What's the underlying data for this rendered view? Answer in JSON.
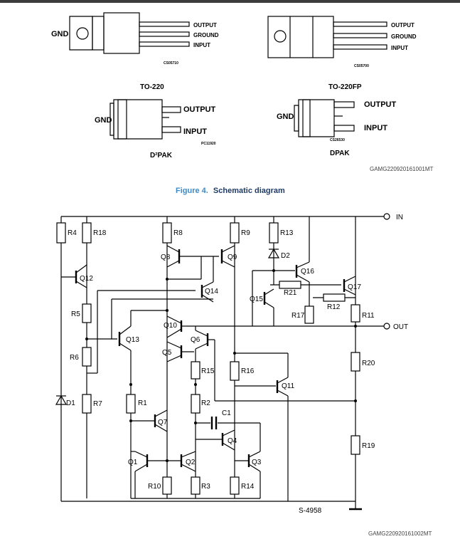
{
  "packages": {
    "to220": {
      "gnd": "GND",
      "output": "OUTPUT",
      "ground": "GROUND",
      "input": "INPUT",
      "code": "CS05710",
      "name": "TO-220"
    },
    "to220fp": {
      "output": "OUTPUT",
      "ground": "GROUND",
      "input": "INPUT",
      "code": "CS05700",
      "name": "TO-220FP"
    },
    "d2pak": {
      "gnd": "GND",
      "output": "OUTPUT",
      "input": "INPUT",
      "code": "PC11920",
      "name": "D²PAK"
    },
    "dpak": {
      "gnd": "GND",
      "output": "OUTPUT",
      "input": "INPUT",
      "code": "CS26530",
      "name": "DPAK"
    }
  },
  "ref_top": "GAMG220920161001MT",
  "figure": {
    "number": "Figure 4.",
    "title": "Schematic diagram"
  },
  "schematic": {
    "in_label": "IN",
    "out_label": "OUT",
    "drawing_no": "S-4958",
    "resistors": [
      "R4",
      "R18",
      "R5",
      "R6",
      "R7",
      "R8",
      "R9",
      "R13",
      "R21",
      "R12",
      "R17",
      "R11",
      "R20",
      "R19",
      "R16",
      "R15",
      "R1",
      "R2",
      "R10",
      "R3",
      "R14"
    ],
    "transistors": [
      "Q12",
      "Q8",
      "Q9",
      "Q14",
      "Q16",
      "Q17",
      "Q15",
      "Q10",
      "Q13",
      "Q6",
      "Q5",
      "Q11",
      "Q7",
      "Q4",
      "Q1",
      "Q2",
      "Q3"
    ],
    "diodes": [
      "D1",
      "D2"
    ],
    "capacitors": [
      "C1"
    ]
  },
  "ref_bottom": "GAMG220920161002MT"
}
